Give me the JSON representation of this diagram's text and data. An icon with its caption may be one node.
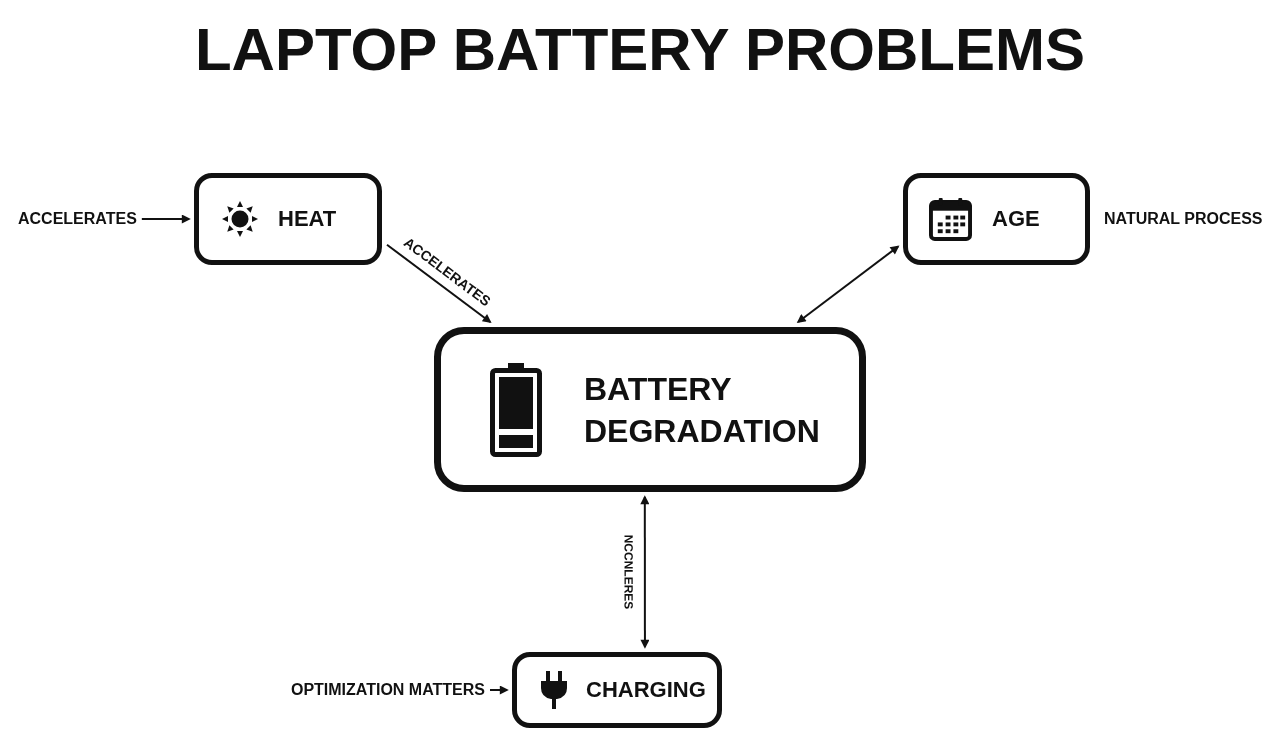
{
  "diagram": {
    "title": "LAPTOP BATTERY PROBLEMS",
    "nodes": [
      {
        "text": [
          "ACCELERATES"
        ]
      },
      {
        "text": [
          "HEAT"
        ]
      },
      {
        "text": [
          "AGE"
        ],
        "beside": [
          "NATURAL PROCESS"
        ]
      },
      {
        "text": [
          "BATTERY DEGRADATION"
        ]
      },
      {
        "text": [
          "OPTIMIZATION MATTERS"
        ]
      },
      {
        "text": [
          "CHARGING"
        ]
      }
    ],
    "edges": [
      {
        "from": 0,
        "to": 1,
        "arrow": "to"
      },
      {
        "from": 1,
        "to": 3,
        "arrow": "to",
        "label": "ACCELERATES"
      },
      {
        "from": 3,
        "to": 2,
        "arrow": "both"
      },
      {
        "from": 3,
        "to": 5,
        "arrow": "both",
        "label": "NCCNLERES"
      },
      {
        "from": 4,
        "to": 5,
        "arrow": "to"
      }
    ]
  }
}
